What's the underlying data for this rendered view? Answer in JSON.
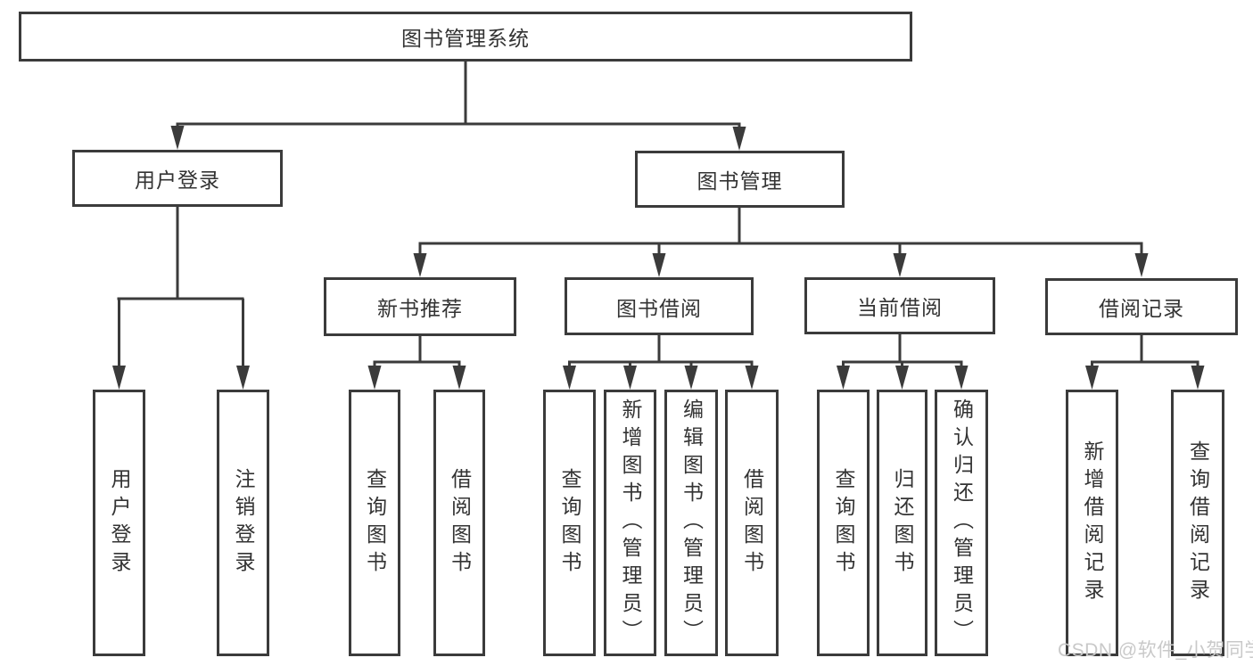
{
  "nodes": {
    "root": "图书管理系统",
    "user_login": "用户登录",
    "book_mgmt": "图书管理",
    "new_book_rec": "新书推荐",
    "book_borrow": "图书借阅",
    "current_borrow": "当前借阅",
    "borrow_records": "借阅记录"
  },
  "branches": {
    "user_login": [
      "用户登录",
      "注销登录"
    ],
    "new_book_rec": [
      "查询图书",
      "借阅图书"
    ],
    "book_borrow": [
      "查询图书",
      "新增图书（管理员）",
      "编辑图书（管理员）",
      "借阅图书"
    ],
    "current_borrow": [
      "查询图书",
      "归还图书",
      "确认归还（管理员）"
    ],
    "borrow_records": [
      "新增借阅记录",
      "查询借阅记录"
    ]
  },
  "colors": {
    "line": "#3b3b3b",
    "text": "#333333",
    "watermark": "#c9c9c9",
    "background": "#ffffff"
  },
  "watermark": "CSDN @软件_小贺同学"
}
